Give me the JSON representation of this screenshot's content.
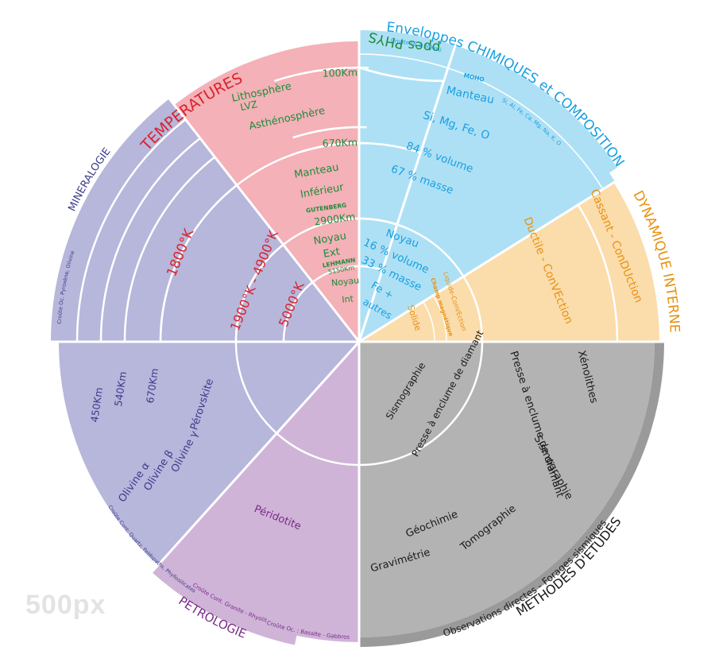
{
  "colors": {
    "temperature": "#f4b1b7",
    "physique": "#aedcbe",
    "chimique": "#aee0f5",
    "dynamique": "#fbdcab",
    "mineralogie": "#b7b6db",
    "petrologie": "#cfb4d8",
    "methodes": "#b3b3b3",
    "methodes_ring": "#9a9a9a",
    "temp_text": "#d9232e",
    "phys_text": "#1e8c3c",
    "chim_text": "#1aa0e0",
    "dyn_text": "#e8910f",
    "min_text": "#3b3b8a",
    "pet_text": "#7a2a88",
    "meth_text": "#1a1a1a"
  },
  "sectors": {
    "temperatures": {
      "title": "TEMPERATURES",
      "labels": [
        "1800°K",
        "1900°K - 4900°K",
        "5000°K"
      ]
    },
    "physiques": {
      "title": "Enveloppes PHYSIQUES",
      "labels": [
        "100Km",
        "Lithosphère",
        "LVZ",
        "Asthénosphère",
        "670Km",
        "Manteau",
        "Inférieur",
        "GUTENBERG",
        "2900Km",
        "Noyau",
        "Ext",
        "LEHMANN",
        "5150Km",
        "Noyau",
        "Int"
      ]
    },
    "chimiques": {
      "title": "Enveloppes CHIMIQUES et COMPOSITION",
      "labels": [
        "Croûte (6 à 30Km)",
        "MOHO",
        "Si, Al, Fe, Ca, Mg, Na, K, O",
        "Manteau",
        "Si, Mg, Fe, O",
        "84 % volume",
        "67 % masse",
        "Noyau",
        "16 % volume",
        "33 % masse",
        "Fe  +",
        "autres"
      ]
    },
    "dynamique": {
      "title": "DYNAMIQUE INTERNE",
      "labels": [
        "Cassant - ConDUction",
        "Ductile - ConVEction",
        "Liquide-ConVEction",
        "Champ magnétique",
        "Solide"
      ]
    },
    "mineralogie": {
      "title": "MINERALOGIE",
      "labels": [
        "Croûte Oc. Pyroxène, Olivine",
        "450Km",
        "540Km",
        "670Km",
        "Pérovskite",
        "Olivine γ",
        "Olivine β",
        "Olivine α",
        "Croûte Cont: Quartz, Feldspaths, Phyllosilicates"
      ]
    },
    "petrologie": {
      "title": "PETROLOGIE",
      "labels": [
        "Péridotite",
        "Croûte Cont. Granite - Rhyolite",
        "Croûte Oc. : Basalte - Gabbros"
      ]
    },
    "methodes": {
      "title": "METHODES D'ETUDES",
      "labels": [
        "Observations directes  -  Forages sismiques",
        "Xénolithes",
        "Presse à enclume de diamant",
        "Sismographie",
        "Tomographie",
        "Géochimie",
        "Gravimétrie",
        "Sismographie",
        "Presse à enclume de diamant"
      ]
    }
  },
  "watermark": "500px"
}
